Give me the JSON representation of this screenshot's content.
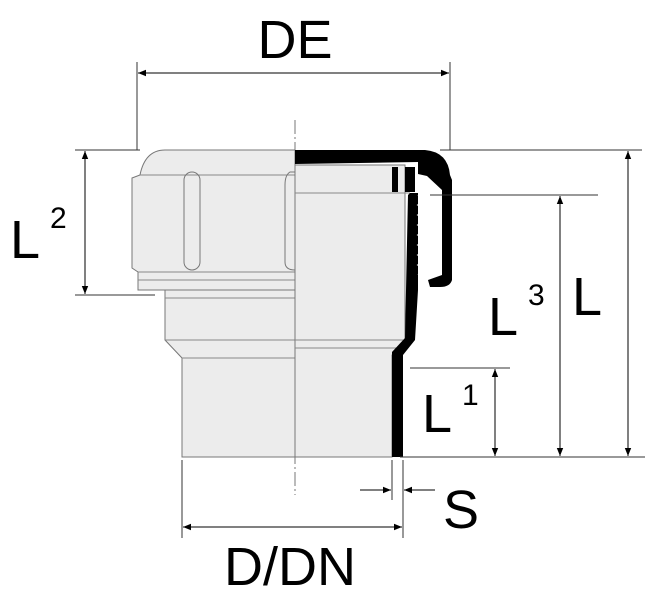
{
  "title": "Pipe adapter with union nut - dimension drawing",
  "dimensions": {
    "de": "DE",
    "l2_main": "L",
    "l2_sub": "2",
    "l3_main": "L",
    "l3_sub": "3",
    "l": "L",
    "l1_main": "L",
    "l1_sub": "1",
    "s": "S",
    "d_dn": "D/DN"
  },
  "colors": {
    "body": "#ececec",
    "section": "#000000",
    "outline": "#777777"
  }
}
